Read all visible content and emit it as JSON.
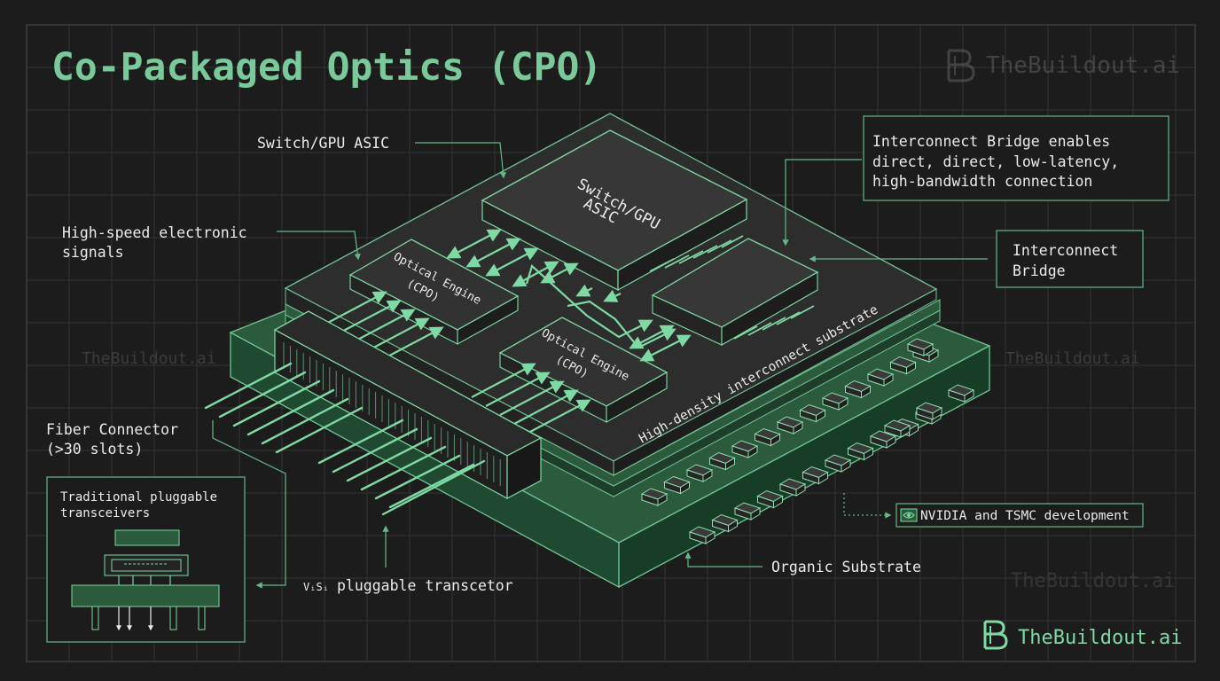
{
  "title": "Co-Packaged Optics (CPO)",
  "brand": {
    "name": "TheBuildout.ai",
    "watermark": "TheBuildout.ai"
  },
  "callouts": {
    "asic": "Switch/GPU ASIC",
    "high_speed_line1": "High-speed electronic",
    "high_speed_line2": "signals",
    "bridge_note_line1": "Interconnect Bridge enables",
    "bridge_note_line2": "direct,  direct, low-latency,",
    "bridge_note_line3": "high-bandwidth connection",
    "bridge_line1": "Interconnect",
    "bridge_line2": "Bridge",
    "fiber_line1": "Fiber Connector",
    "fiber_line2": "(>30 slots)",
    "vs_prefix": "VᵢSᵢ",
    "vs_text": "pluggable transcetor",
    "nvidia": "NVIDIA and TSMC development",
    "organic": "Organic Substrate",
    "traditional_line1": "Traditional pluggable",
    "traditional_line2": "transceivers"
  },
  "chip_labels": {
    "asic_line1": "Switch/GPU",
    "asic_line2": "ASIC",
    "engine1_line1": "Optical Engine",
    "engine1_line2": "(CPO)",
    "engine2_line1": "Optical Engine",
    "engine2_line2": "(CPO)",
    "substrate": "High-density interconnect substrate"
  },
  "colors": {
    "background": "#1c1c1c",
    "accent": "#7ed9a2",
    "title": "#7ac99a",
    "outline": "#5fae80",
    "board_green": "#2b5a3d",
    "chip_dark": "#333333",
    "text": "#e9ece9"
  },
  "icons": {
    "logo": "buildout-b-logo-icon",
    "nvidia": "nvidia-eye-icon"
  }
}
